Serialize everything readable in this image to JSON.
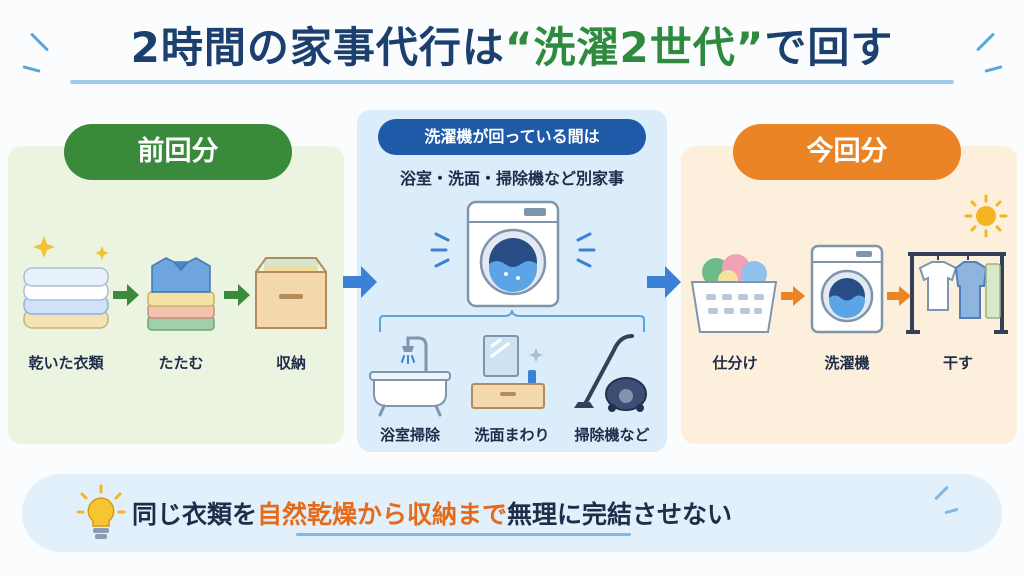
{
  "title": {
    "part1": "2時間の家事代行は",
    "highlight": "“洗濯2世代”",
    "part2": "で回す"
  },
  "left_panel": {
    "heading": "前回分",
    "steps": [
      "乾いた衣類",
      "たたむ",
      "収納"
    ]
  },
  "middle_panel": {
    "heading": "洗濯機が回っている間は",
    "subtitle": "浴室・洗面・掃除機など別家事",
    "tasks": [
      "浴室掃除",
      "洗面まわり",
      "掃除機など"
    ]
  },
  "right_panel": {
    "heading": "今回分",
    "steps": [
      "仕分け",
      "洗濯機",
      "干す"
    ]
  },
  "banner": {
    "part1": "同じ衣類を",
    "emphasis": "自然乾燥から収納まで",
    "part2": "無理に完結させない"
  },
  "colors": {
    "title_navy": "#1b3f6e",
    "green": "#3a8a3c",
    "orange": "#ea8424",
    "blue": "#1e5aa8",
    "emphasis_orange": "#e56a19"
  },
  "icons": [
    "folded-towels-icon",
    "folded-shirts-icon",
    "storage-box-icon",
    "washing-machine-icon",
    "bathtub-icon",
    "sink-mirror-icon",
    "vacuum-icon",
    "laundry-basket-icon",
    "drying-rack-icon",
    "sun-icon",
    "lightbulb-icon",
    "arrow-icon"
  ]
}
